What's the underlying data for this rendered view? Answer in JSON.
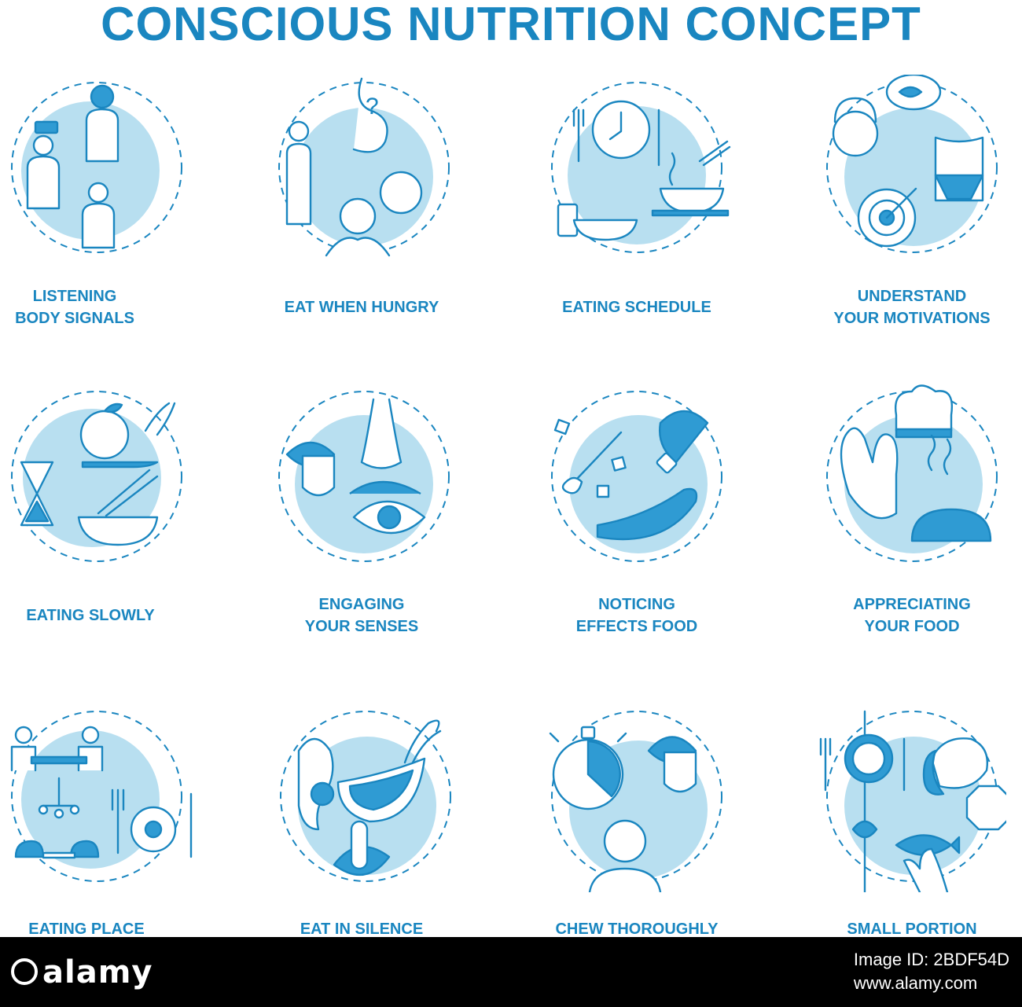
{
  "title": "CONSCIOUS NUTRITION CONCEPT",
  "colors": {
    "accent": "#1a86c0",
    "circle_fill": "#b8dff0",
    "background": "#ffffff",
    "footer": "#000000"
  },
  "items": [
    {
      "icon": "body-signals-icon",
      "lines": [
        "LISTENING",
        "BODY SIGNALS"
      ]
    },
    {
      "icon": "hungry-stomach-icon",
      "lines": [
        "EAT WHEN HUNGRY"
      ]
    },
    {
      "icon": "clock-meal-icon",
      "lines": [
        "EATING SCHEDULE"
      ]
    },
    {
      "icon": "motivation-target-icon",
      "lines": [
        "UNDERSTAND",
        "YOUR MOTIVATIONS"
      ]
    },
    {
      "icon": "hourglass-snail-icon",
      "lines": [
        "EATING SLOWLY"
      ]
    },
    {
      "icon": "senses-face-icon",
      "lines": [
        "ENGAGING",
        "YOUR SENSES"
      ]
    },
    {
      "icon": "spice-pepper-icon",
      "lines": [
        "NOTICING",
        "EFFECTS FOOD"
      ]
    },
    {
      "icon": "chef-bread-icon",
      "lines": [
        "APPRECIATING",
        "YOUR FOOD"
      ]
    },
    {
      "icon": "dining-table-icon",
      "lines": [
        "EATING PLACE"
      ]
    },
    {
      "icon": "ear-silence-icon",
      "lines": [
        "EAT IN SILENCE"
      ]
    },
    {
      "icon": "stopwatch-chew-icon",
      "lines": [
        "CHEW THOROUGHLY"
      ]
    },
    {
      "icon": "plate-portion-icon",
      "lines": [
        "SMALL PORTION"
      ]
    }
  ],
  "footer": {
    "brand": "alamy",
    "image_id_label": "Image ID: 2BDF54D",
    "site": "www.alamy.com"
  }
}
